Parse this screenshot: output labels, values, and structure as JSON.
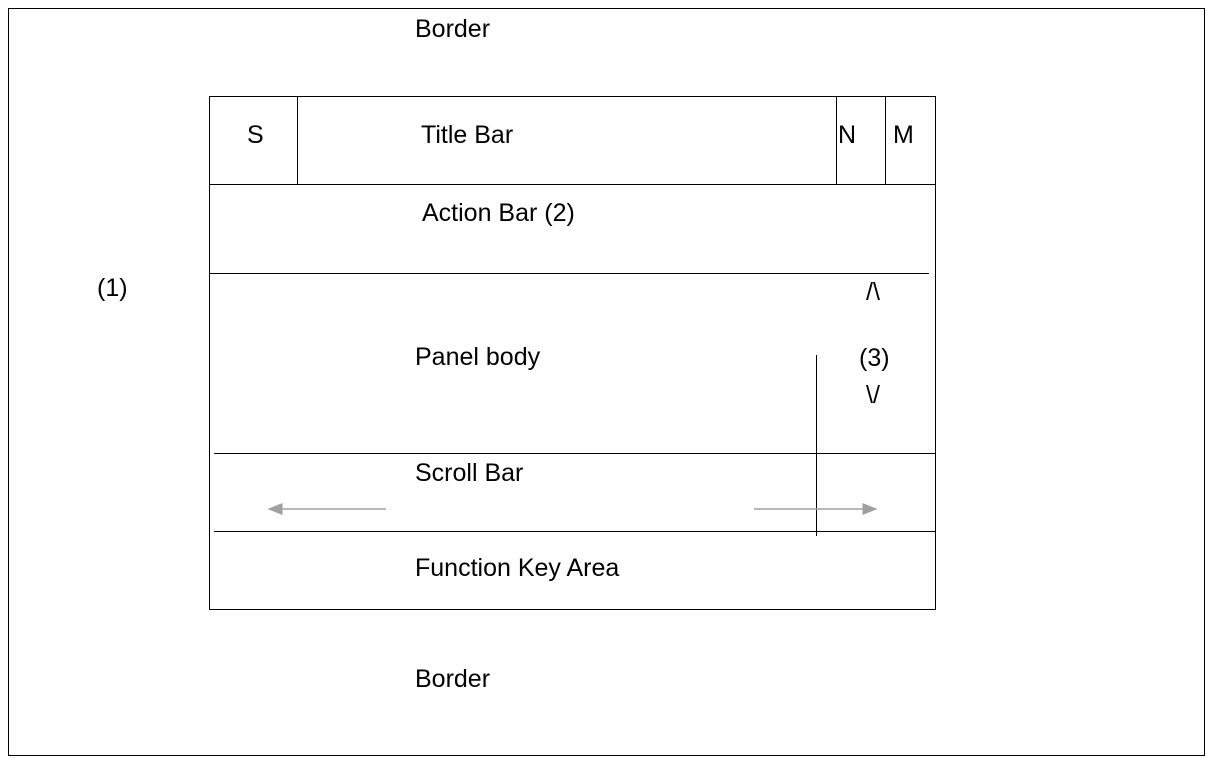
{
  "border_top_label": "Border",
  "border_bottom_label": "Border",
  "outer_marker": "(1)",
  "title_bar": {
    "system_menu_label": "S",
    "title_label": "Title Bar",
    "minimize_label": "N",
    "maximize_label": "M"
  },
  "action_bar_label": "Action Bar (2)",
  "panel_body": {
    "label": "Panel body",
    "scroll_up_label": "/\\",
    "vertical_scroll_marker": "(3)",
    "scroll_down_label": "\\/"
  },
  "scroll_bar_label": "Scroll Bar",
  "function_key_area_label": "Function Key Area",
  "colors": {
    "line": "#000000",
    "arrow": "#a0a0a0",
    "background": "#ffffff"
  }
}
